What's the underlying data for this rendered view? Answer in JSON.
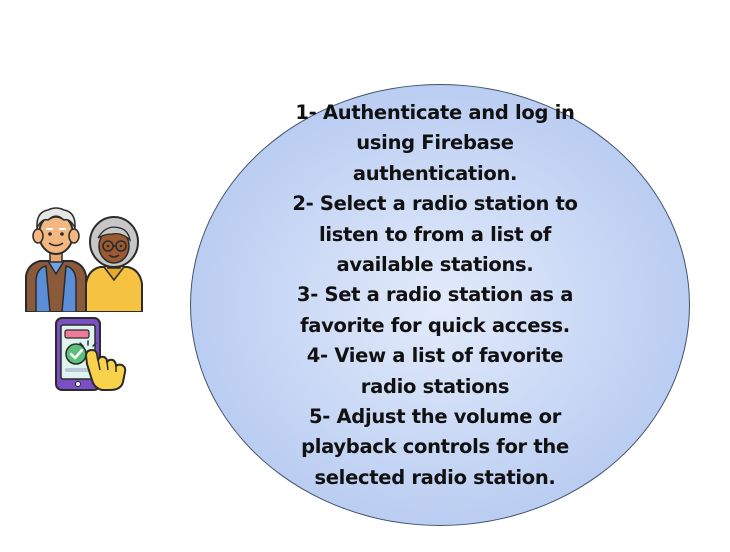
{
  "steps": {
    "lines": [
      "1- Authenticate and log in",
      "using Firebase",
      "authentication.",
      "2- Select a radio station to",
      "listen to from a list of",
      "available stations.",
      "3- Set a radio station as a",
      "favorite for quick access.",
      "4- View a list of favorite",
      "radio stations",
      "5- Adjust the volume or",
      "playback controls for the",
      "selected radio station."
    ]
  },
  "icons": {
    "people": "elderly-couple-icon",
    "phone": "phone-tap-icon"
  },
  "colors": {
    "circle_fill": "#b8cbf2",
    "circle_border": "#44546a",
    "text": "#111111"
  }
}
